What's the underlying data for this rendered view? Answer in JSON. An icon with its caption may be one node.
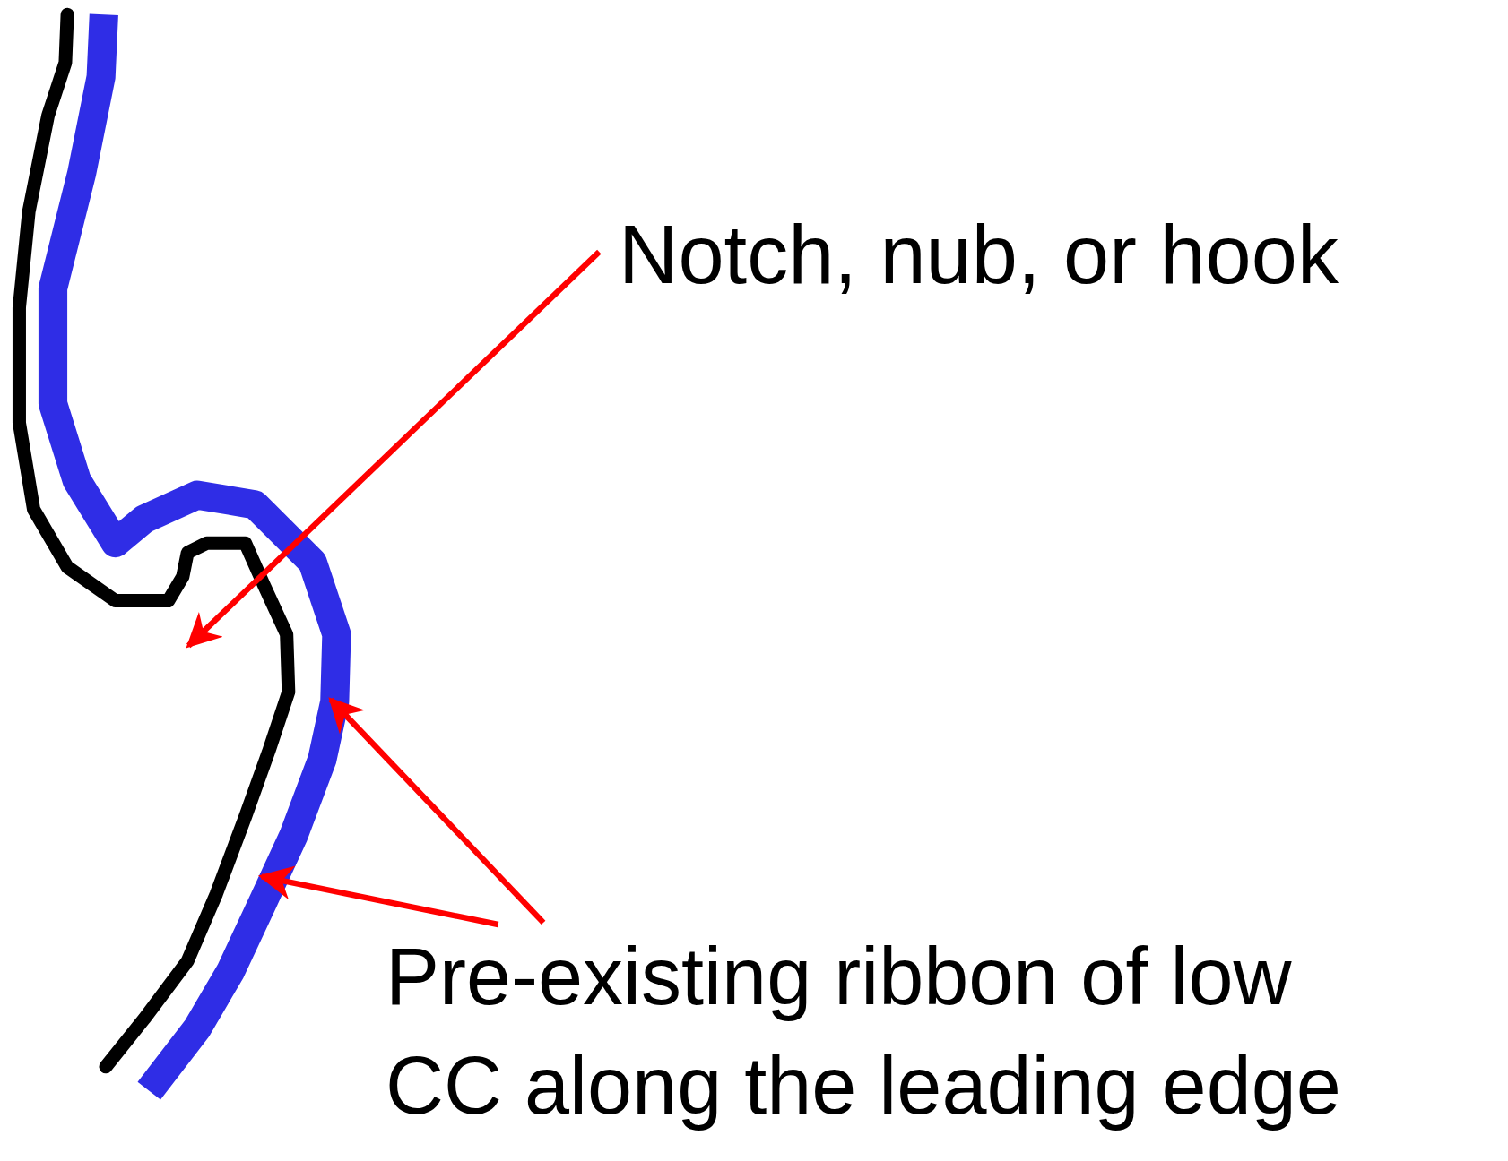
{
  "diagram": {
    "nodes": [
      {
        "text": [
          "Notch, nub, or hook"
        ]
      },
      {
        "text": [
          "Pre-existing ribbon of low CC along the leading edge"
        ]
      },
      {
        "text": [],
        "shape": "bar"
      },
      {
        "text": [],
        "shape": "line"
      }
    ],
    "edges": [
      {
        "from": 0,
        "to": 3,
        "arrow": "to"
      },
      {
        "from": 1,
        "to": 2,
        "arrow": "to"
      },
      {
        "from": 1,
        "to": 2,
        "arrow": "to"
      }
    ]
  }
}
